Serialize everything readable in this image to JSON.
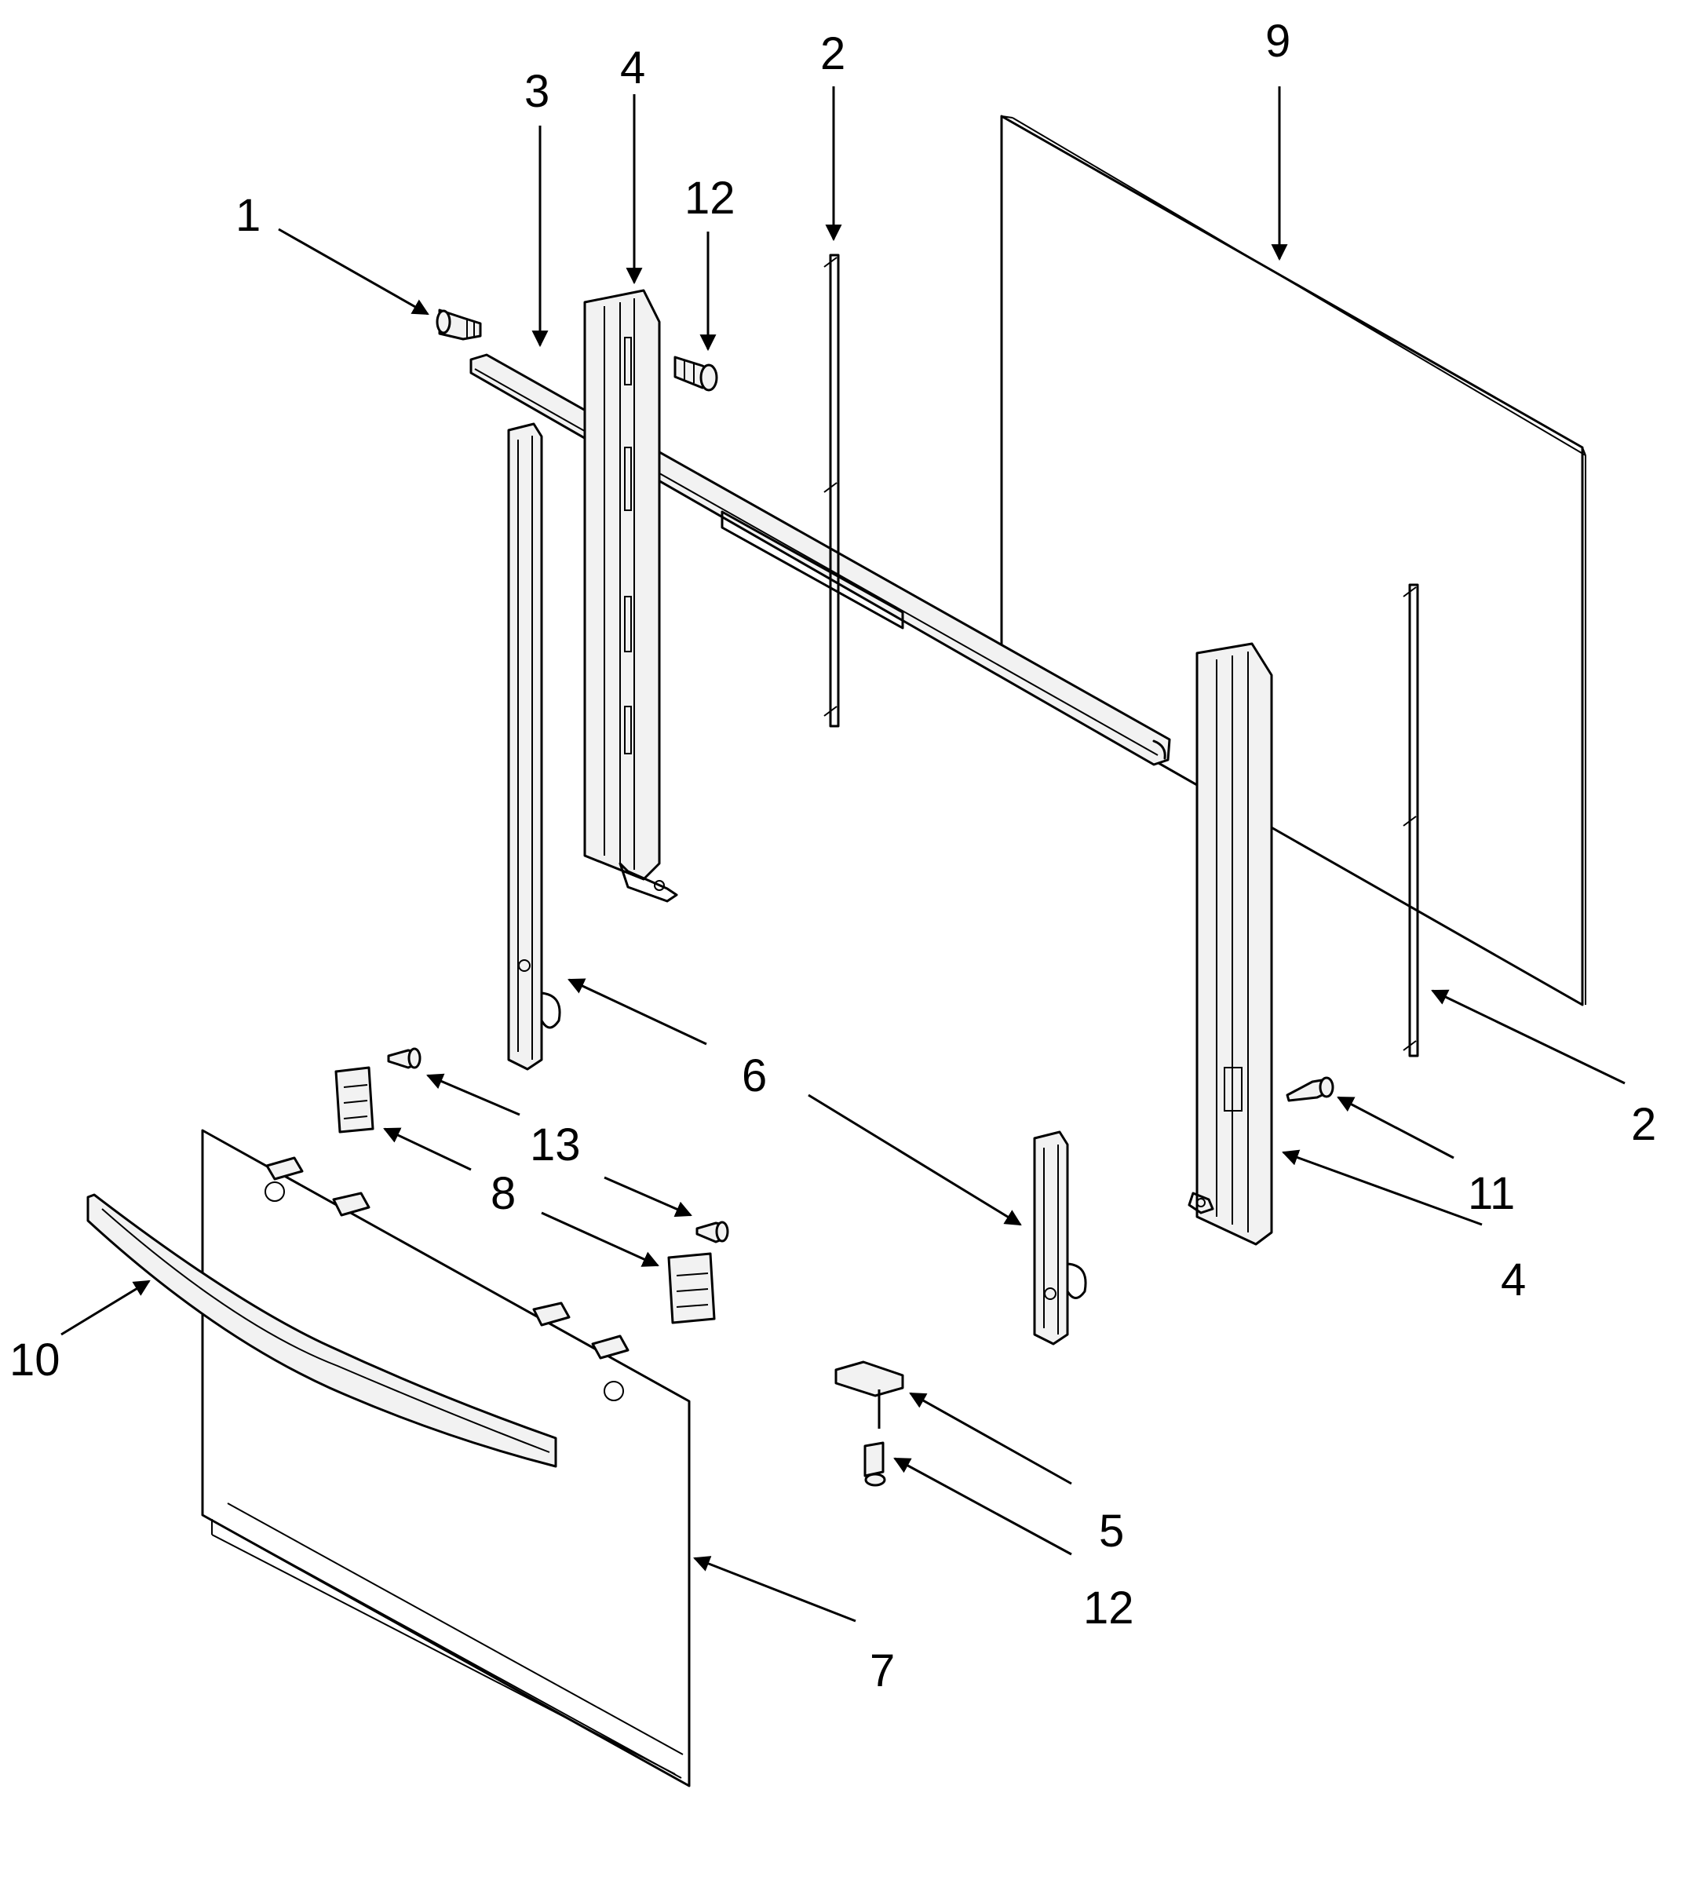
{
  "callouts": {
    "c1": "1",
    "c2_top": "2",
    "c2_right": "2",
    "c3": "3",
    "c4_top": "4",
    "c4_right": "4",
    "c5": "5",
    "c6": "6",
    "c7": "7",
    "c8": "8",
    "c9": "9",
    "c10": "10",
    "c11": "11",
    "c12_top": "12",
    "c12_bottom": "12",
    "c13": "13"
  }
}
